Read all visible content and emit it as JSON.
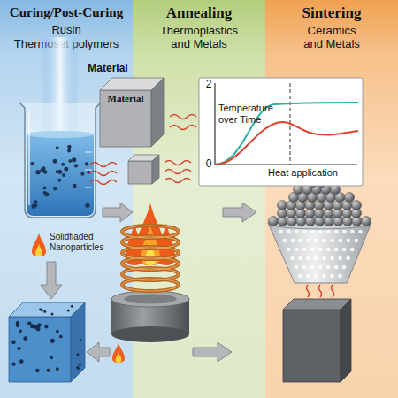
{
  "diagram": {
    "nodes": [
      {
        "text": [
          "Curing/Post-Curing",
          "Rusin",
          "Thermoset polymers"
        ]
      },
      {
        "text": [
          "Annealing",
          "Thermoplastics and Metals"
        ]
      },
      {
        "text": [
          "Sintering",
          "Ceramics and Metals"
        ]
      },
      {
        "text": [
          "Material",
          "Material"
        ]
      },
      {
        "text": [
          "2",
          "Temperature over Time",
          "0",
          "Heat application"
        ]
      }
    ],
    "labels": [
      "Solidfiaded Nanoparticles"
    ]
  }
}
